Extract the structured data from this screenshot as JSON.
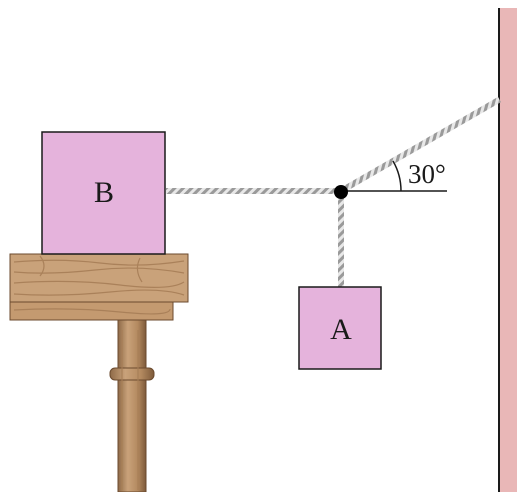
{
  "blocks": {
    "b": {
      "label": "B"
    },
    "a": {
      "label": "A"
    }
  },
  "angle": {
    "label": "30°",
    "value_deg": 30
  },
  "colors": {
    "block_fill": "#e5b3dc",
    "block_stroke": "#1a1a1a",
    "wood": "#c9a27a",
    "wood_dark": "#a77e57",
    "wall": "#e9b7b7",
    "rope": "#8c8c8c",
    "knot": "#000000"
  },
  "icons": {
    "knot": "junction-knot",
    "wall": "vertical-wall",
    "table": "wooden-pedestal-table"
  }
}
